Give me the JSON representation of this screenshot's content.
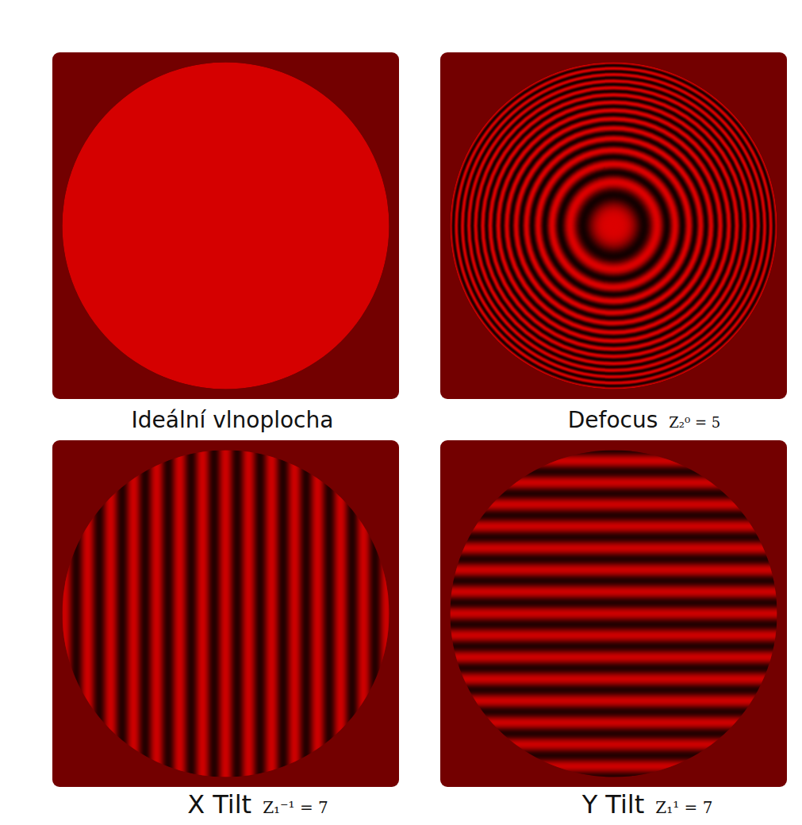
{
  "diagram": {
    "labels": [
      "Ideální vlnoplocha",
      "Defocus",
      "Z₂⁰ = 5",
      "X Tilt",
      "Z₁⁻¹ = 7",
      "Y Tilt",
      "Z₁¹ = 7"
    ]
  }
}
